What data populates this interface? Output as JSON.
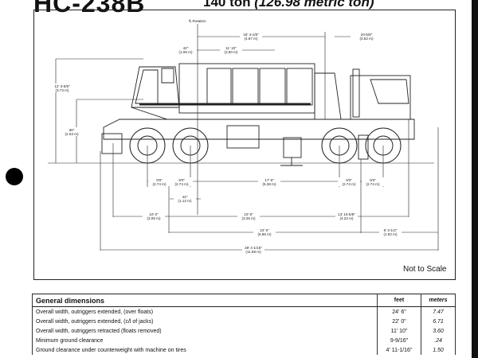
{
  "header": {
    "model": "HC-238B",
    "capacity": "140 ton",
    "capacity_metric": "(126.98 metric ton)"
  },
  "drawing": {
    "rotation_label": "℄ Rotation",
    "dims": [
      {
        "ft": "15' 4-1/8\"",
        "m": "(4.67 m)"
      },
      {
        "ft": "20-5/8\"",
        "m": "(0.52 m)"
      },
      {
        "ft": "42\"",
        "m": "(1.06 m)"
      },
      {
        "ft": "11' 10\"",
        "m": "(3.60 m)"
      },
      {
        "ft": "12' 3-5/8\"",
        "m": "(3.73 m)"
      },
      {
        "ft": "80\"",
        "m": "(2.03 m)"
      },
      {
        "ft": "9'0\"",
        "m": "(2.74 m)"
      },
      {
        "ft": "9'0\"",
        "m": "(2.74 m)"
      },
      {
        "ft": "17' 8\"",
        "m": "(5.38 m)"
      },
      {
        "ft": "9'0\"",
        "m": "(2.74 m)"
      },
      {
        "ft": "9'0\"",
        "m": "(2.74 m)"
      },
      {
        "ft": "44\"",
        "m": "(1.12 m)"
      },
      {
        "ft": "10' 0\"",
        "m": "(3.05 m)"
      },
      {
        "ft": "10' 8\"",
        "m": "(3.25 m)"
      },
      {
        "ft": "13' 10-5/8\"",
        "m": "(4.22 m)"
      },
      {
        "ft": "22' 6\"",
        "m": "(6.86 m)"
      },
      {
        "ft": "6' 3-1/4\"",
        "m": "(1.92 m)"
      },
      {
        "ft": "38' 4-1/16\"",
        "m": "(11.68 m)"
      }
    ],
    "note": "Not to Scale"
  },
  "table": {
    "title": "General dimensions",
    "col_feet": "feet",
    "col_meters": "meters",
    "rows": [
      {
        "label": "Overall width, outriggers extended, (over floats)",
        "feet": "24' 6\"",
        "meters": "7.47"
      },
      {
        "label": "Overall width, outriggers extended, (c/l of jacks)",
        "feet": "22' 0\"",
        "meters": "6.71"
      },
      {
        "label": "Overall width, outriggers retracted (floats removed)",
        "feet": "11' 10\"",
        "meters": "3.60"
      },
      {
        "label": "Minimum ground clearance",
        "feet": "9-9/16\"",
        "meters": ".24"
      },
      {
        "label": "Ground clearance under counterweight  with machine on tires",
        "feet": "4' 11-1/16\"",
        "meters": "1.50"
      }
    ]
  }
}
